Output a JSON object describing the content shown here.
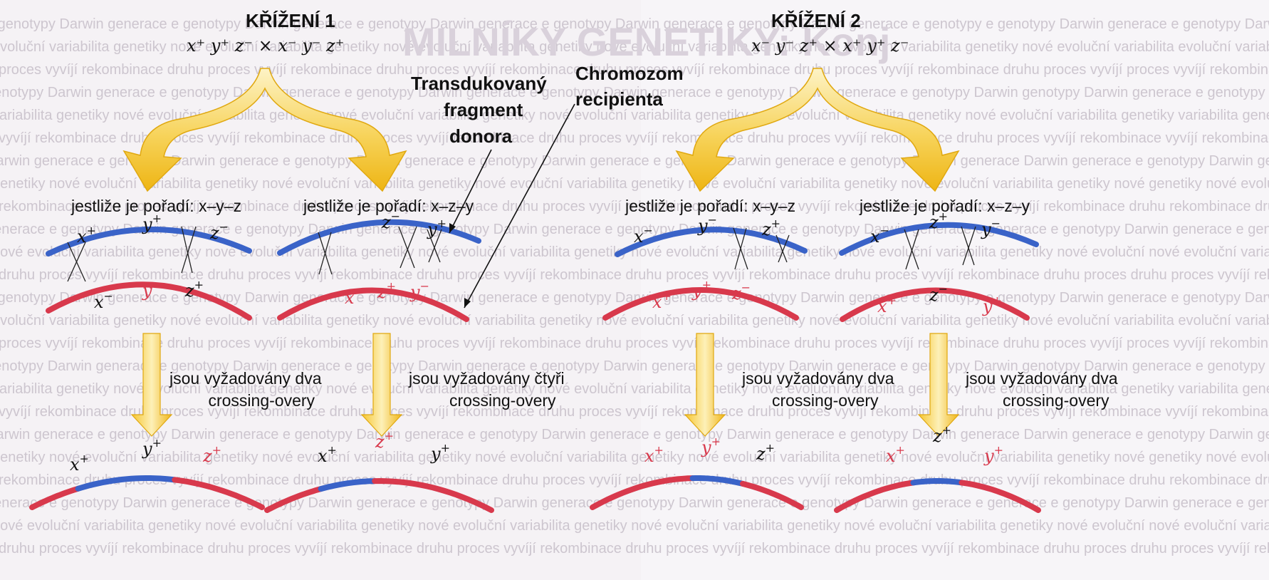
{
  "colors": {
    "donor_blue": "#3a63c8",
    "recipient_red": "#d8394c",
    "arrow_yellow": "#f2bd1c",
    "arrow_yellow_light": "#fbe69a"
  },
  "icons": {
    "branch_arrow": "forked-arrow-icon",
    "down_arrow": "down-arrow-icon"
  },
  "cross1": {
    "title": "KŘÍŽENÍ 1",
    "equation": "x⁺ y⁺ z⁻ × x⁻ y⁻ z⁺",
    "left": {
      "order": "jestliže je pořadí: x–y–z",
      "blue_alleles": [
        "x+",
        "y+",
        "z−"
      ],
      "red_alleles": [
        "x−",
        "y−",
        "z+"
      ],
      "requirement_line1": "jsou vyžadovány dva",
      "requirement_line2": "crossing-overy",
      "result_alleles": [
        "x+",
        "y+",
        "z+"
      ]
    },
    "right": {
      "order": "jestliže je pořadí: x–z–y",
      "blue_alleles": [
        "z−",
        "y+"
      ],
      "red_alleles": [
        "x−",
        "z+",
        "y−"
      ],
      "requirement_line1": "jsou vyžadovány čtyři",
      "requirement_line2": "crossing-overy",
      "result_alleles": [
        "x+",
        "z+",
        "y+"
      ]
    }
  },
  "cross2": {
    "title": "KŘÍŽENÍ 2",
    "equation": "x⁻ y⁻ z⁺ × x⁺ y⁺ z⁻",
    "left": {
      "order": "jestliže je pořadí: x–y–z",
      "blue_alleles": [
        "x−",
        "y−",
        "z+"
      ],
      "red_alleles": [
        "x+",
        "y+",
        "z−"
      ],
      "requirement_line1": "jsou vyžadovány dva",
      "requirement_line2": "crossing-overy",
      "result_alleles": [
        "x+",
        "y+",
        "z+"
      ]
    },
    "right": {
      "order": "jestliže je pořadí: x–z–y",
      "blue_alleles": [
        "x−",
        "z+",
        "y−"
      ],
      "red_alleles": [
        "x+",
        "z−",
        "y+"
      ],
      "requirement_line1": "jsou vyžadovány dva",
      "requirement_line2": "crossing-overy",
      "result_alleles": [
        "x+",
        "z+",
        "y+"
      ]
    }
  },
  "annotations": {
    "donor_line1": "Transdukovaný",
    "donor_line2": "fragment",
    "donor_line3": "donora",
    "recipient_line1": "Chromozom",
    "recipient_line2": "recipienta"
  }
}
